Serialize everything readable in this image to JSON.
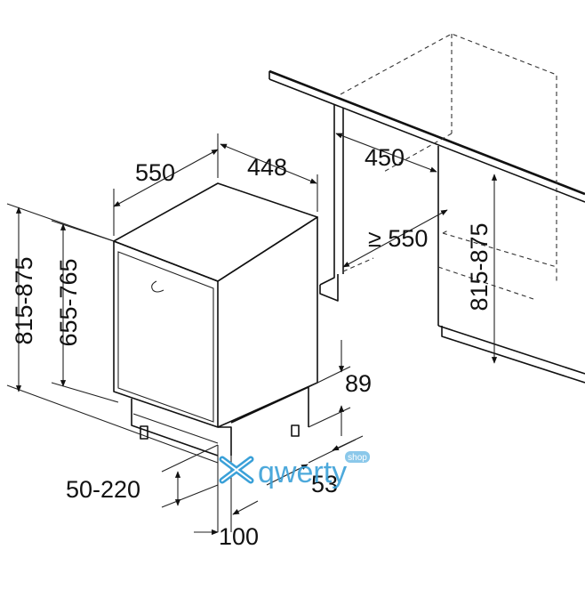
{
  "dimensions": {
    "width": "550",
    "depth": "448",
    "height_total": "815-875",
    "height_body": "655-765",
    "niche_width": "450",
    "niche_depth": "≥ 550",
    "niche_height": "815-875",
    "plinth_height": "89",
    "plinth_depth": "53",
    "plinth_adjust": "50-220",
    "toe_recess": "100"
  },
  "watermark": {
    "brand": "qwerty",
    "badge": "shop",
    "colors": {
      "text": "#3aa0d8",
      "badge": "#8bc8ea"
    }
  }
}
